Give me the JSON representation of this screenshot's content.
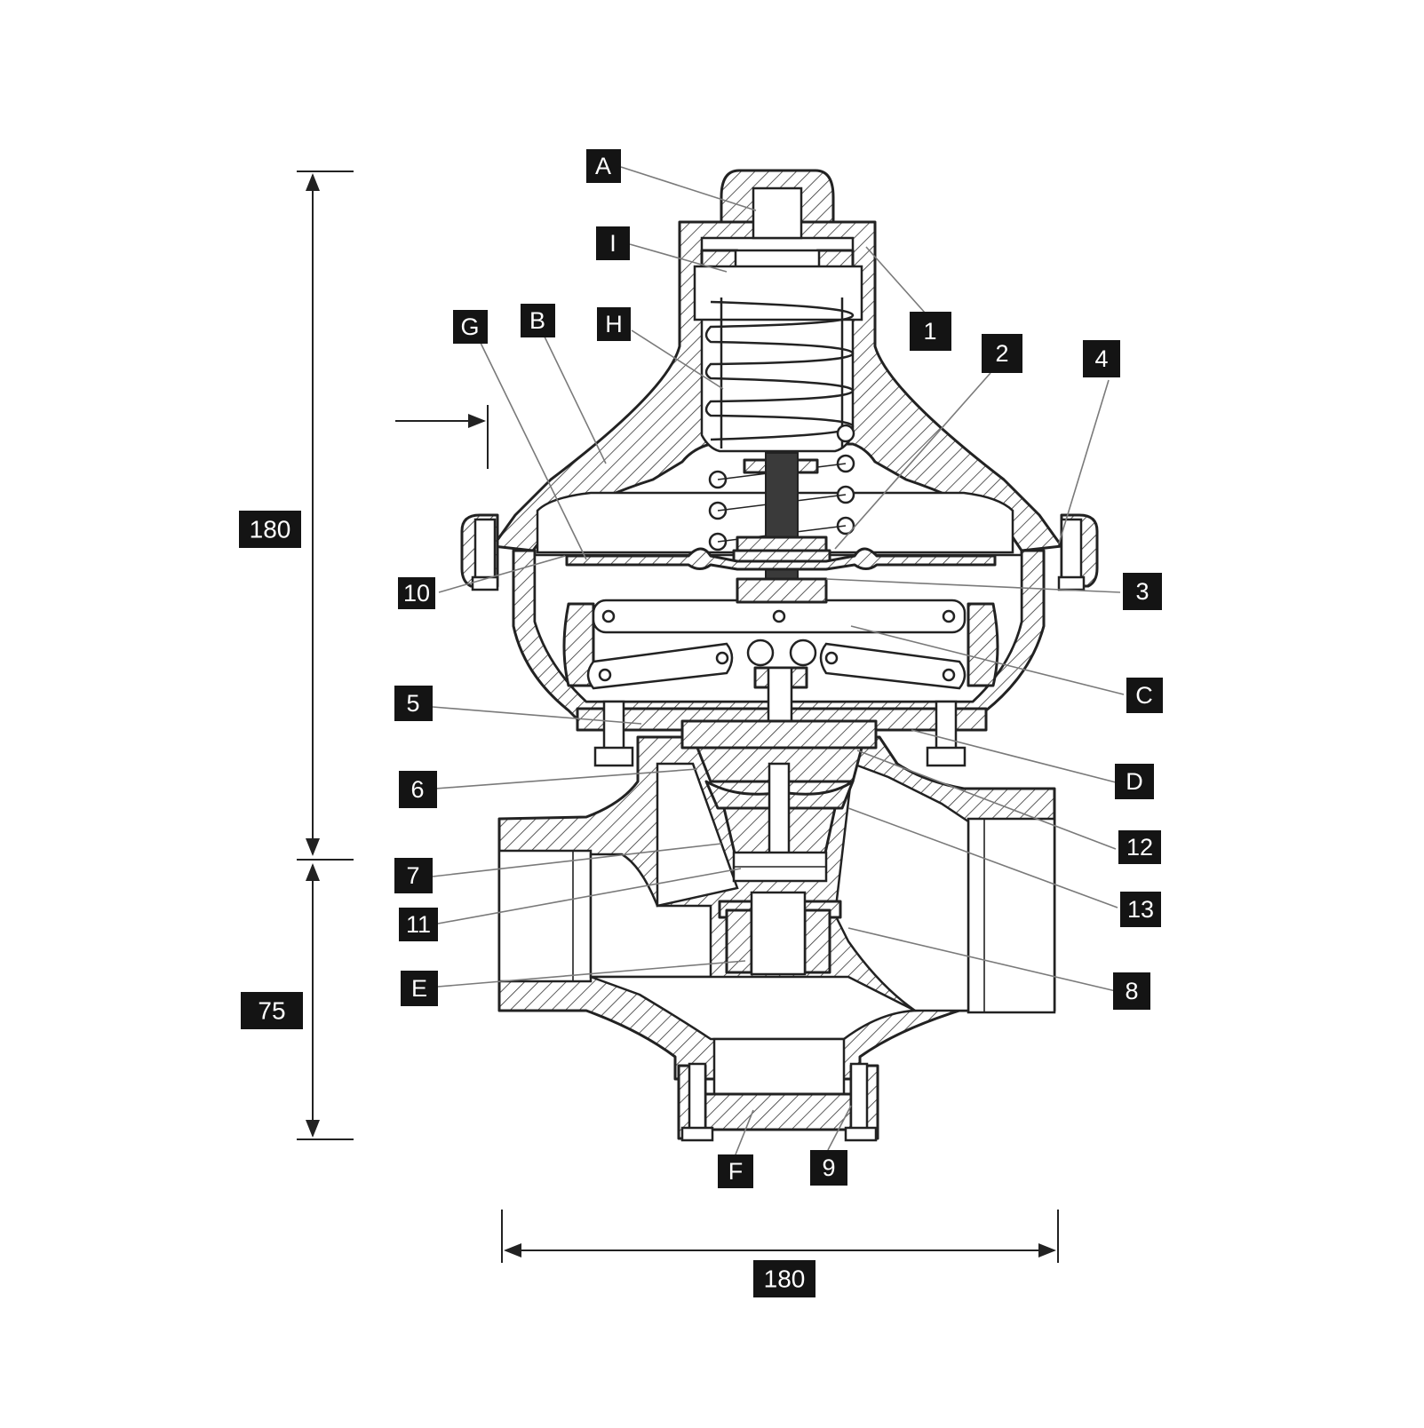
{
  "dimensions": {
    "height_upper": "180",
    "height_lower": "75",
    "width": "180"
  },
  "part_labels": [
    "A",
    "I",
    "1",
    "G",
    "B",
    "H",
    "2",
    "4",
    "10",
    "3",
    "C",
    "5",
    "D",
    "6",
    "12",
    "7",
    "13",
    "11",
    "E",
    "8",
    "F",
    "9"
  ],
  "colors": {
    "label_bg": "#141414",
    "label_text": "#ffffff",
    "hatch": "#222222"
  }
}
